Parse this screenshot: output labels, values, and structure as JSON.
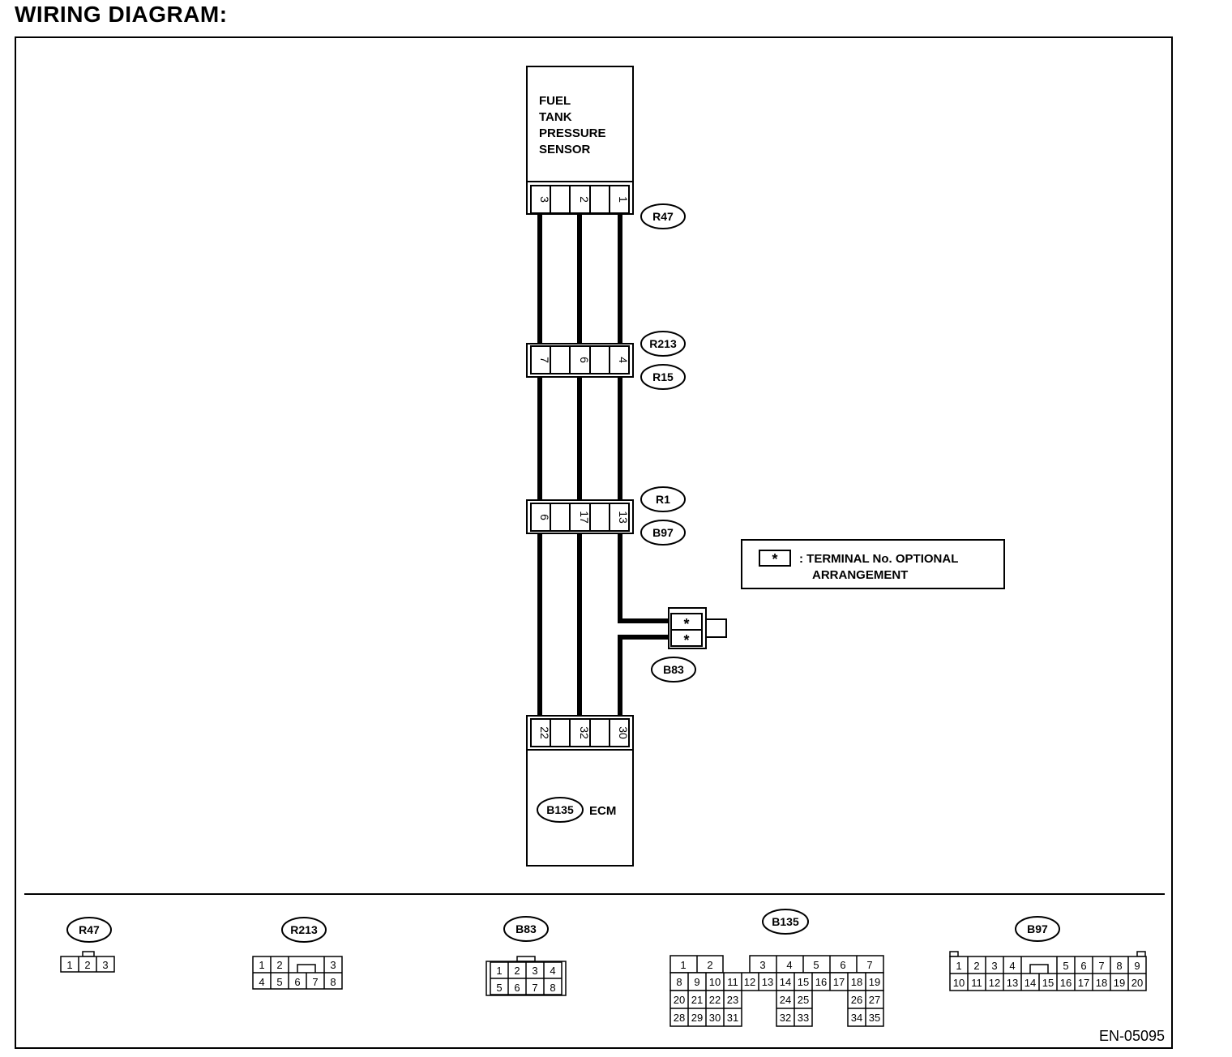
{
  "title": "WIRING DIAGRAM:",
  "doc_code": "EN-05095",
  "sensor": {
    "lines": [
      "FUEL",
      "TANK",
      "PRESSURE",
      "SENSOR"
    ]
  },
  "ecm": {
    "label": "ECM",
    "connector": "B135"
  },
  "legend": {
    "symbol": "*",
    "line1": ": TERMINAL No. OPTIONAL",
    "line2": "ARRANGEMENT"
  },
  "connectors_main": [
    {
      "id": "R47",
      "pins": [
        "3",
        "",
        "2",
        "",
        "1"
      ]
    },
    {
      "ids": [
        "R213",
        "R15"
      ],
      "pins": [
        "7",
        "",
        "6",
        "",
        "4"
      ]
    },
    {
      "ids": [
        "R1",
        "B97"
      ],
      "pins": [
        "6",
        "",
        "17",
        "",
        "13"
      ]
    },
    {
      "id": "B135",
      "pins": [
        "22",
        "",
        "32",
        "",
        "30"
      ]
    }
  ],
  "b83": {
    "id": "B83",
    "pins": [
      "*",
      "*"
    ]
  },
  "faces": {
    "R47": {
      "label": "R47",
      "rows": [
        [
          "1",
          "2",
          "3"
        ]
      ]
    },
    "R213": {
      "label": "R213",
      "rows": [
        [
          "1",
          "2",
          "",
          "3"
        ],
        [
          "4",
          "5",
          "6",
          "7",
          "8"
        ]
      ]
    },
    "B83": {
      "label": "B83",
      "rows": [
        [
          "1",
          "2",
          "3",
          "4"
        ],
        [
          "5",
          "6",
          "7",
          "8"
        ]
      ]
    },
    "B135": {
      "label": "B135",
      "rows": [
        [
          "1",
          "2",
          "",
          "3",
          "4",
          "5",
          "6",
          "7"
        ],
        [
          "8",
          "9",
          "10",
          "11",
          "12",
          "13",
          "14",
          "15",
          "16",
          "17",
          "18",
          "19"
        ],
        [
          "20",
          "21",
          "22",
          "23",
          "24",
          "25",
          "26",
          "27"
        ],
        [
          "28",
          "29",
          "30",
          "31",
          "32",
          "33",
          "34",
          "35"
        ]
      ]
    },
    "B97": {
      "label": "B97",
      "rows": [
        [
          "1",
          "2",
          "3",
          "4",
          "5",
          "6",
          "7",
          "8",
          "9"
        ],
        [
          "10",
          "11",
          "12",
          "13",
          "14",
          "15",
          "16",
          "17",
          "18",
          "19",
          "20"
        ]
      ]
    }
  }
}
